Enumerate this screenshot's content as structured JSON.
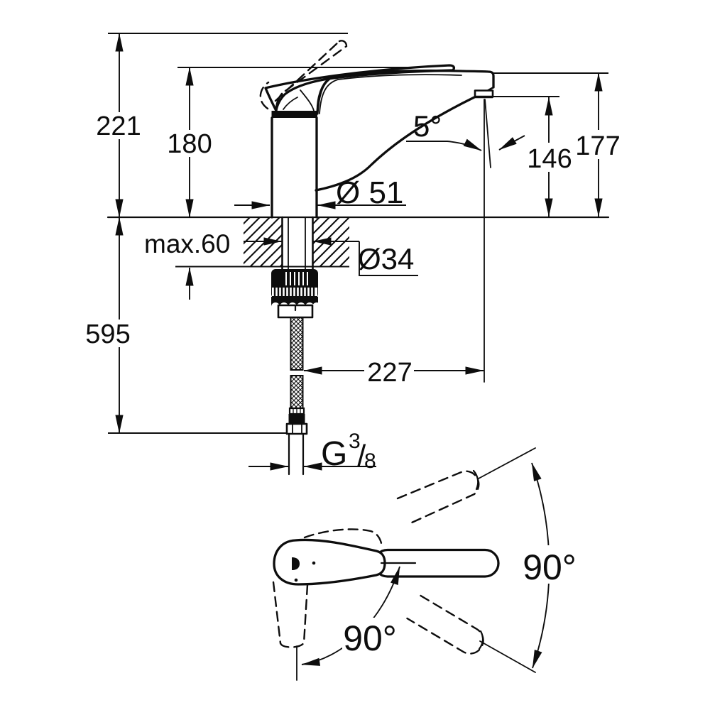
{
  "side_view": {
    "dim_overall_height": "221",
    "dim_body_height": "180",
    "dim_spout_angle": "5°",
    "dim_outlet_height": "146",
    "dim_total_height": "177",
    "dim_base_diameter": "Ø 51",
    "dim_max_deck": "max.60",
    "dim_shank_diameter": "Ø34",
    "dim_hose_length": "595",
    "dim_reach": "227",
    "thread": {
      "prefix": "G",
      "numerator": "3",
      "slash": "/",
      "denominator": "8"
    }
  },
  "top_view": {
    "dim_swivel_right": "90°",
    "dim_swivel_lower": "90°"
  },
  "colors": {
    "ink": "#0d0d0d",
    "paper": "#ffffff"
  }
}
